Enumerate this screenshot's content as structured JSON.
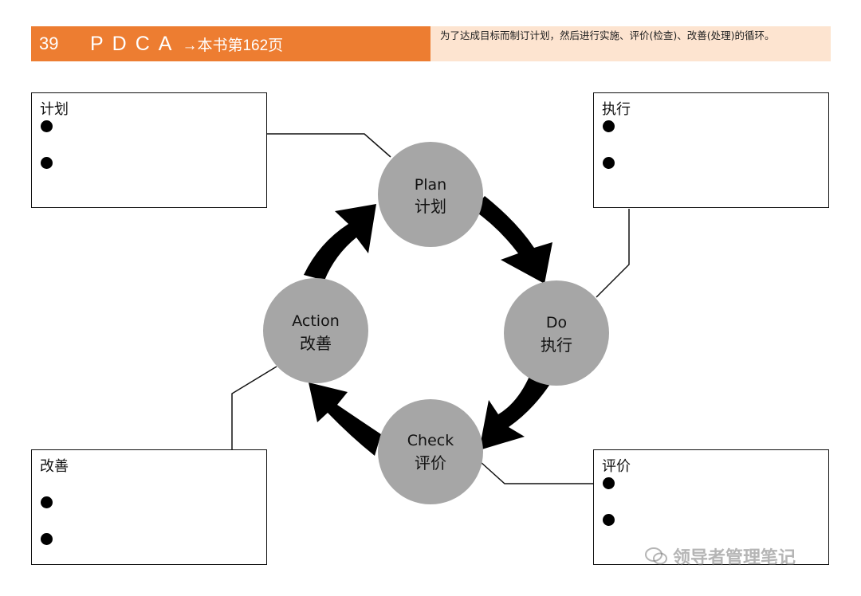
{
  "header": {
    "number": "39",
    "title": "PDCA",
    "ref": "→本书第162页",
    "description": "为了达成目标而制订计划，然后进行实施、评价(检查)、改善(处理)的循环。"
  },
  "cycle": {
    "plan": {
      "en": "Plan",
      "zh": "计划"
    },
    "do": {
      "en": "Do",
      "zh": "执行"
    },
    "check": {
      "en": "Check",
      "zh": "评价"
    },
    "action": {
      "en": "Action",
      "zh": "改善"
    }
  },
  "boxes": {
    "plan": {
      "title": "计划"
    },
    "do": {
      "title": "执行"
    },
    "check": {
      "title": "评价"
    },
    "action": {
      "title": "改善"
    }
  },
  "watermark": {
    "text": "领导者管理笔记"
  },
  "colors": {
    "header_bg": "#ed7d31",
    "header_desc_bg": "#fde4d0",
    "circle": "#a6a6a6",
    "arrow": "#000000"
  }
}
